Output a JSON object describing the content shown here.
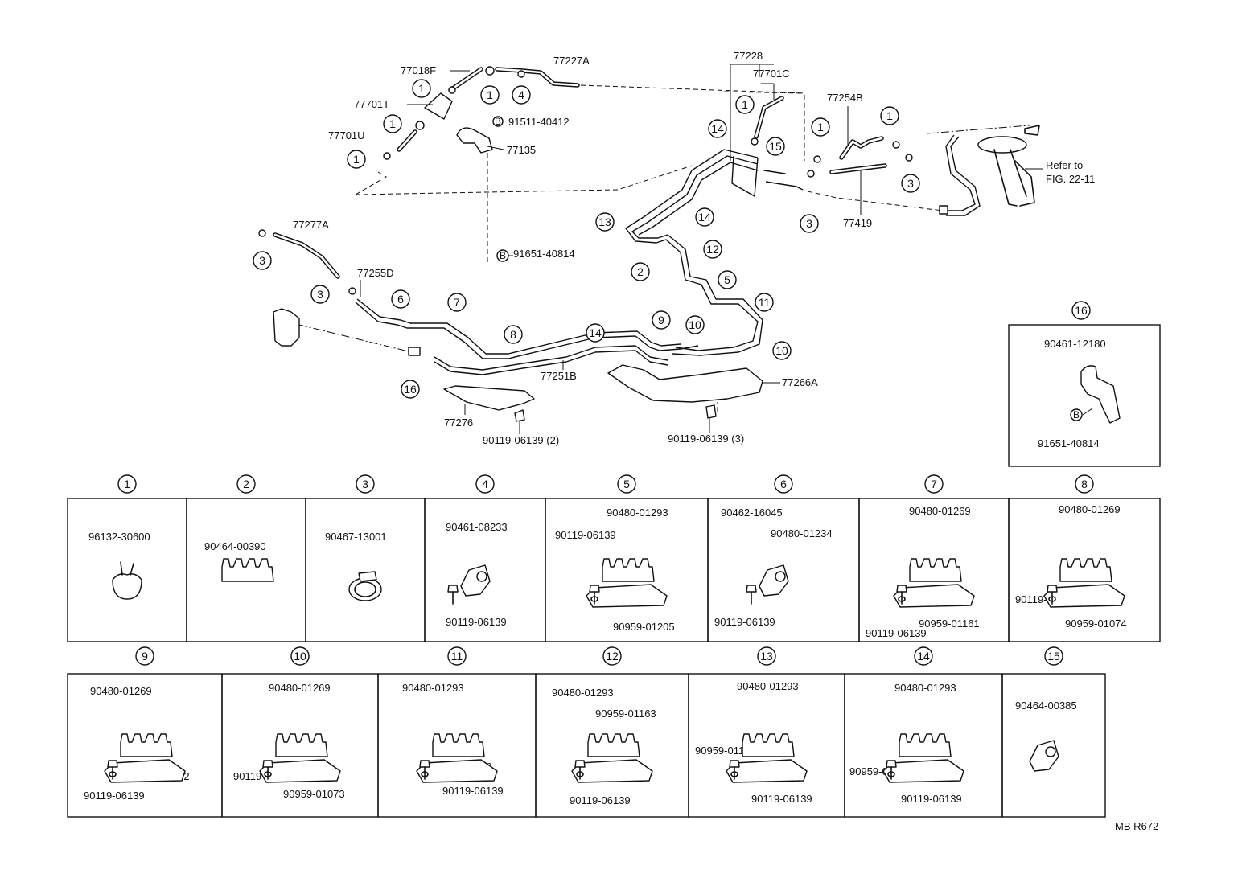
{
  "diagram": {
    "labels": {
      "p77018F": "77018F",
      "p77227A_top": "77227A",
      "p77701T": "77701T",
      "p77701U": "77701U",
      "p91511": "91511-40412",
      "p77135": "77135",
      "p77228": "77228",
      "p77701C": "77701C",
      "p77254B": "77254B",
      "p77419": "77419",
      "refer_to": "Refer to",
      "fig_ref": "FIG. 22-11",
      "p77277A": "77277A",
      "p77255D": "77255D",
      "p91651_mid": "91651-40814",
      "p77251B": "77251B",
      "p77266A": "77266A",
      "p77276": "77276",
      "bolt_2": "90119-06139 (2)",
      "bolt_3": "90119-06139 (3)",
      "code": "MB R672"
    },
    "detail16": {
      "num": "16",
      "part1": "90461-12180",
      "part2": "91651-40814"
    },
    "callouts": {
      "c1a": "1",
      "c1b": "1",
      "c1c": "1",
      "c1d": "1",
      "c1e": "1",
      "c1f": "1",
      "c1g": "1",
      "c2": "2",
      "c3a": "3",
      "c3b": "3",
      "c3c": "3",
      "c3d": "3",
      "c4": "4",
      "c5": "5",
      "c6": "6",
      "c7": "7",
      "c8": "8",
      "c9": "9",
      "c10a": "10",
      "c10b": "10",
      "c11": "11",
      "c12": "12",
      "c13": "13",
      "c14a": "14",
      "c14b": "14",
      "c14c": "14",
      "c15": "15",
      "c16": "16"
    },
    "row1": [
      {
        "num": "1",
        "parts": [
          "96132-30600"
        ]
      },
      {
        "num": "2",
        "parts": [
          "90464-00390"
        ]
      },
      {
        "num": "3",
        "parts": [
          "90467-13001"
        ]
      },
      {
        "num": "4",
        "parts": [
          "90461-08233",
          "90119-06139"
        ]
      },
      {
        "num": "5",
        "parts": [
          "90480-01293",
          "90119-06139",
          "90959-01205"
        ]
      },
      {
        "num": "6",
        "parts": [
          "90462-16045",
          "90480-01234",
          "90119-06139"
        ]
      },
      {
        "num": "7",
        "parts": [
          "90480-01269",
          "90119-06139",
          "90959-01161"
        ]
      },
      {
        "num": "8",
        "parts": [
          "90480-01269",
          "90119-06139",
          "90959-01074"
        ]
      }
    ],
    "row2": [
      {
        "num": "9",
        "parts": [
          "90480-01269",
          "90959-01162",
          "90119-06139"
        ]
      },
      {
        "num": "10",
        "parts": [
          "90480-01269",
          "90119-06139",
          "90959-01073"
        ]
      },
      {
        "num": "11",
        "parts": [
          "90480-01293",
          "90959-01160",
          "90119-06139"
        ]
      },
      {
        "num": "12",
        "parts": [
          "90480-01293",
          "90959-01163",
          "90119-06139"
        ]
      },
      {
        "num": "13",
        "parts": [
          "90480-01293",
          "90959-01179",
          "90119-06139"
        ]
      },
      {
        "num": "14",
        "parts": [
          "90480-01293",
          "90959-01161",
          "90119-06139"
        ]
      },
      {
        "num": "15",
        "parts": [
          "90464-00385"
        ]
      }
    ]
  }
}
